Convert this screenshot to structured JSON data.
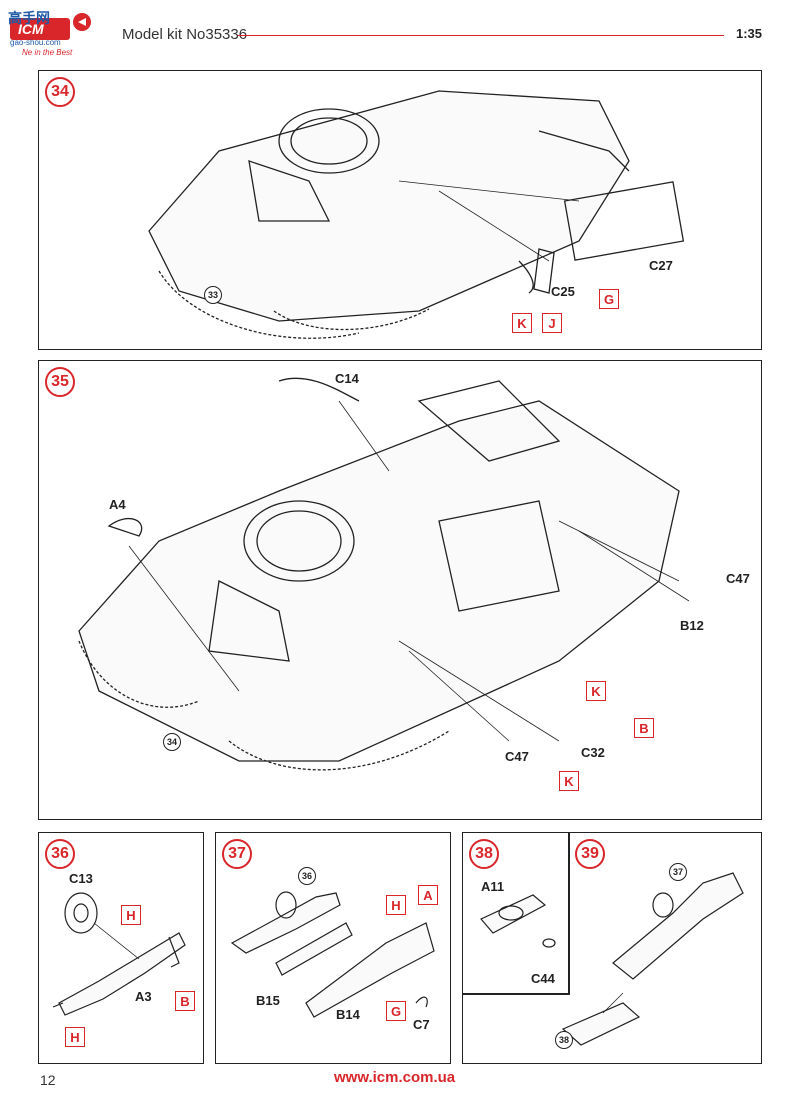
{
  "header": {
    "logo_text": "ICM",
    "logo_tagline": "Ne in the Best",
    "watermark_chinese": "高手网",
    "watermark_domain": "gao-shou.com",
    "title": "Model kit No35336",
    "scale": "1:35"
  },
  "steps": {
    "s34": {
      "number": "34",
      "ref": "33",
      "parts": {
        "c27": "C27",
        "c25": "C25"
      },
      "tags": {
        "k": "K",
        "j": "J",
        "g": "G"
      }
    },
    "s35": {
      "number": "35",
      "ref": "34",
      "parts": {
        "c14": "C14",
        "a4": "A4",
        "c47a": "C47",
        "b12": "B12",
        "c47b": "C47",
        "c32": "C32"
      },
      "tags": {
        "k1": "K",
        "b": "B",
        "k2": "K"
      }
    },
    "s36": {
      "number": "36",
      "parts": {
        "c13": "C13",
        "a3": "A3"
      },
      "tags": {
        "h1": "H",
        "b": "B",
        "h2": "H"
      }
    },
    "s37": {
      "number": "37",
      "ref": "36",
      "parts": {
        "b15": "B15",
        "b14": "B14",
        "c7": "C7"
      },
      "tags": {
        "h": "H",
        "a": "A",
        "g": "G"
      }
    },
    "s38": {
      "number": "38",
      "parts": {
        "a11": "A11",
        "c44": "C44"
      }
    },
    "s39": {
      "number": "39",
      "refs": {
        "r37": "37",
        "r38": "38"
      }
    }
  },
  "footer": {
    "page_number": "12",
    "url": "www.icm.com.ua"
  },
  "colors": {
    "accent": "#d9262a",
    "line": "#222222"
  }
}
